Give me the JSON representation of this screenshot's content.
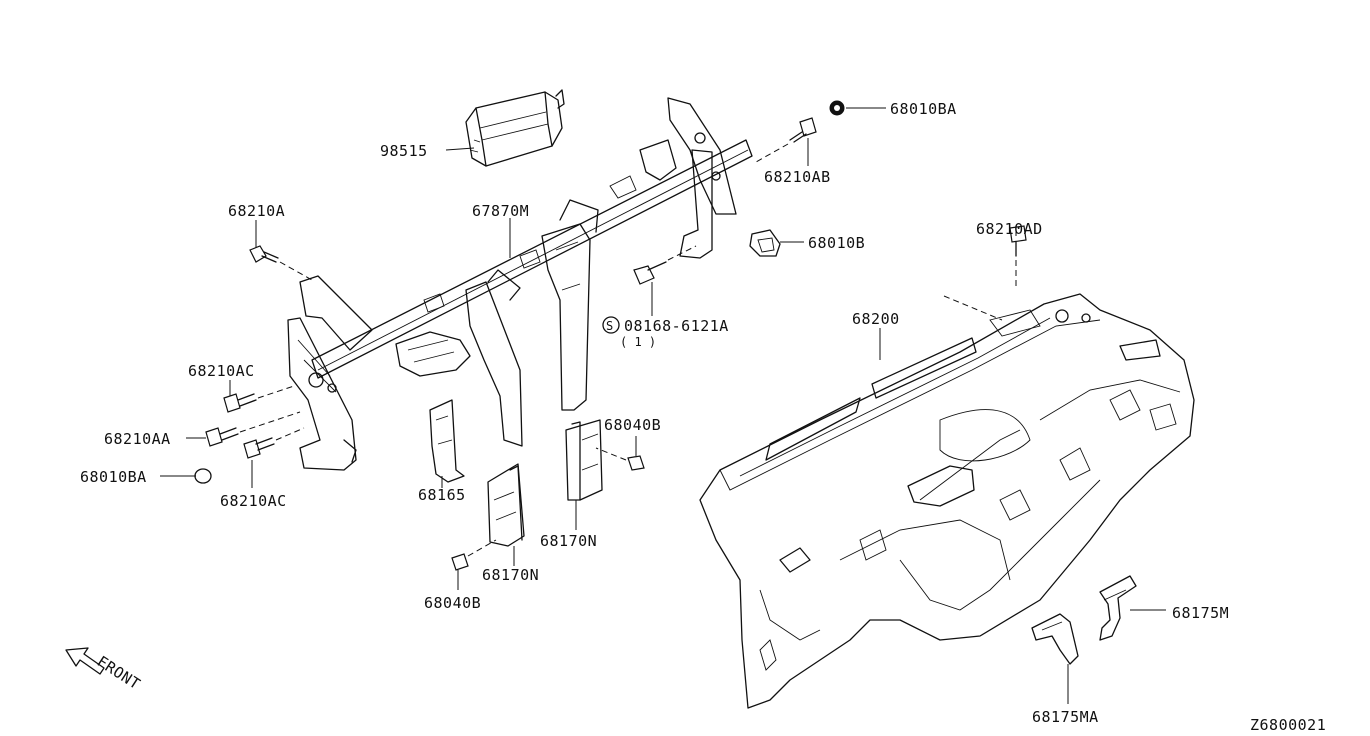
{
  "labels": {
    "airbag": "98515",
    "member": "67870M",
    "bolt_a": "68210A",
    "bolt_ab": "68210AB",
    "clip_ba_top": "68010BA",
    "clip_b": "68010B",
    "bolt_ad": "68210AD",
    "screw_code": "08168-6121A",
    "screw_qty": "( 1 )",
    "panel": "68200",
    "bolt_ac_1": "68210AC",
    "bolt_aa": "68210AA",
    "clip_ba_left": "68010BA",
    "bolt_ac_2": "68210AC",
    "bracket_68165": "68165",
    "nut_68040b_right": "68040B",
    "bracket_68170n_right": "68170N",
    "bracket_68170n_left": "68170N",
    "nut_68040b_left": "68040B",
    "bracket_68175m": "68175M",
    "bracket_68175ma": "68175MA",
    "front": "FRONT",
    "diagram_id": "Z6800021"
  },
  "icons": {
    "screw_symbol": "circled-s-icon",
    "front_arrow": "front-arrow-icon"
  }
}
